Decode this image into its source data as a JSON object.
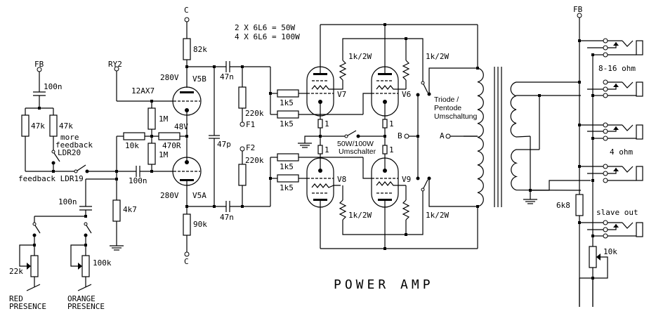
{
  "title": "POWER AMP",
  "notes": {
    "power_line1": "2 X 6L6 = 50W",
    "power_line2": "4 X 6L6 = 100W"
  },
  "terminals": {
    "fb_left": "FB",
    "ry2": "RY2",
    "c_top": "C",
    "c_bottom": "C",
    "f1": "F1",
    "f2": "F2",
    "b": "B",
    "a": "A",
    "fb_right": "FB"
  },
  "components": {
    "c_fb": "100n",
    "r_fb1": "47k",
    "r_fb2": "47k",
    "more_feedback": "more",
    "more_feedback2": "feedback",
    "ldr20": "LDR20",
    "feedback_ldr19": "feedback LDR19",
    "c_presence": "100n",
    "r_4k7": "4k7",
    "pot_red": "22k",
    "pot_orange": "100k",
    "red_presence_1": "RED",
    "red_presence_2": "PRESENCE",
    "orange_presence_1": "ORANGE",
    "orange_presence_2": "PRESENCE",
    "tube_12ax7": "12AX7",
    "r_82k": "82k",
    "v_280_top": "280V",
    "v5b": "V5B",
    "r_1m_top": "1M",
    "v_48": "48V",
    "r_10k": "10k",
    "r_470r": "470R",
    "r_1m_bottom": "1M",
    "c_100n_in": "100n",
    "v_280_bottom": "280V",
    "v5a": "V5A",
    "r_90k": "90k",
    "c_47n_top": "47n",
    "c_47p": "47p",
    "c_47n_bottom": "47n",
    "r_220k_top": "220k",
    "r_220k_bottom": "220k",
    "r_1k5_a": "1k5",
    "r_1k5_b": "1k5",
    "r_1k5_c": "1k5",
    "r_1k5_d": "1k5",
    "v7": "V7",
    "v6": "V6",
    "v8": "V8",
    "v9": "V9",
    "r_1_a": "1",
    "r_1_b": "1",
    "r_1_c": "1",
    "r_1_d": "1",
    "r_1k2w_a": "1k/2W",
    "r_1k2w_b": "1k/2W",
    "r_1k2w_c": "1k/2W",
    "r_1k2w_d": "1k/2W",
    "switch_50_100_1": "50W/100W",
    "switch_50_100_2": "Umschalter",
    "triode_pentode_1": "Triode /",
    "triode_pentode_2": "Pentode",
    "triode_pentode_3": "Umschaltung",
    "out_8_16": "8-16 ohm",
    "out_4": "4 ohm",
    "r_6k8": "6k8",
    "slave_out": "slave out",
    "pot_10k": "10k"
  }
}
